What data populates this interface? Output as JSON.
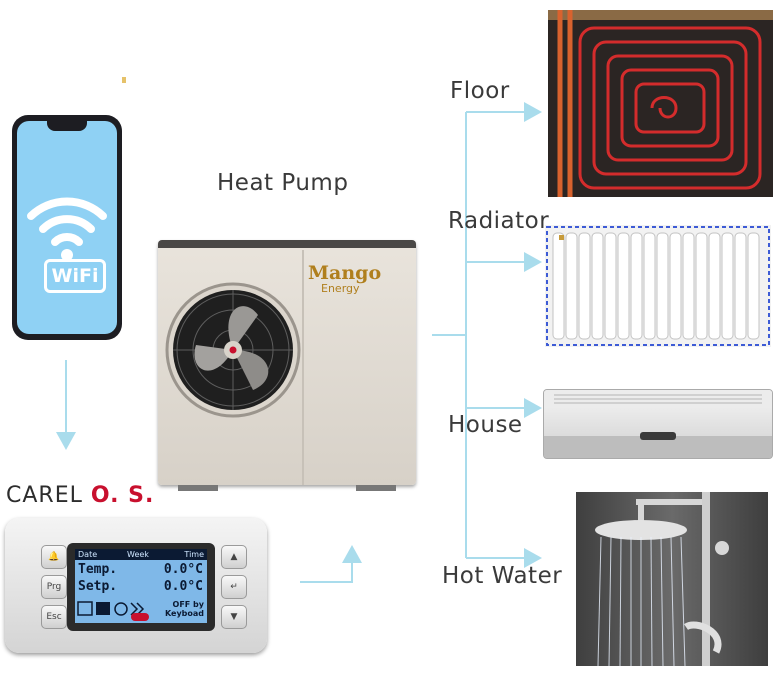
{
  "labels": {
    "heat_pump": "Heat Pump",
    "floor": "Floor",
    "radiator": "Radiator",
    "house": "House",
    "hot_water": "Hot Water",
    "carel": "CAREL",
    "carel_os": "O. S."
  },
  "phone": {
    "wifi_badge": "WiFi"
  },
  "heat_pump_unit": {
    "brand_line1": "Mango",
    "brand_line2": "Energy"
  },
  "controller": {
    "header": {
      "date": "Date",
      "week": "Week",
      "time": "Time"
    },
    "rows": [
      {
        "name": "Temp.",
        "value": "0.0°C"
      },
      {
        "name": "Setp.",
        "value": "0.0°C"
      }
    ],
    "status": "OFF by",
    "status2": "Keyboad",
    "buttons_left": [
      "bell-icon",
      "Prg",
      "Esc"
    ],
    "buttons_right": [
      "up-icon",
      "enter-icon",
      "down-icon"
    ]
  },
  "colors": {
    "arrow": "#a9dcec",
    "accent_red": "#c8102e",
    "phone_screen": "#8fd1f4"
  }
}
